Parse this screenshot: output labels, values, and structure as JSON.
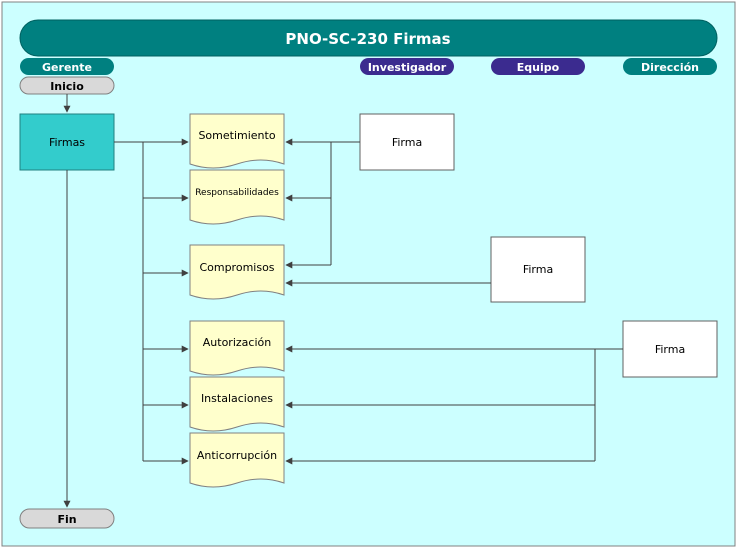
{
  "title": "PNO-SC-230 Firmas",
  "lanes": {
    "gerente": "Gerente",
    "investigador": "Investigador",
    "equipo": "Equipo",
    "direccion": "Dirección"
  },
  "terminals": {
    "start": "Inicio",
    "end": "Fin"
  },
  "process": {
    "firmas": "Firmas"
  },
  "documents": {
    "sometimiento": "Sometimiento",
    "responsabilidades": "Responsabilidades",
    "compromisos": "Compromisos",
    "autorizacion": "Autorización",
    "instalaciones": "Instalaciones",
    "anticorrupcion": "Anticorrupción"
  },
  "signatures": {
    "investigador": "Firma",
    "equipo": "Firma",
    "direccion": "Firma"
  },
  "colors": {
    "canvas": "#ccffff",
    "title_bar": "#008080",
    "lane_teal": "#008080",
    "lane_indigo": "#3b2b8f",
    "terminal": "#d9d9d9",
    "process": "#33cccc",
    "document": "#ffffcc",
    "signature_box": "#ffffff",
    "line": "#404040"
  }
}
